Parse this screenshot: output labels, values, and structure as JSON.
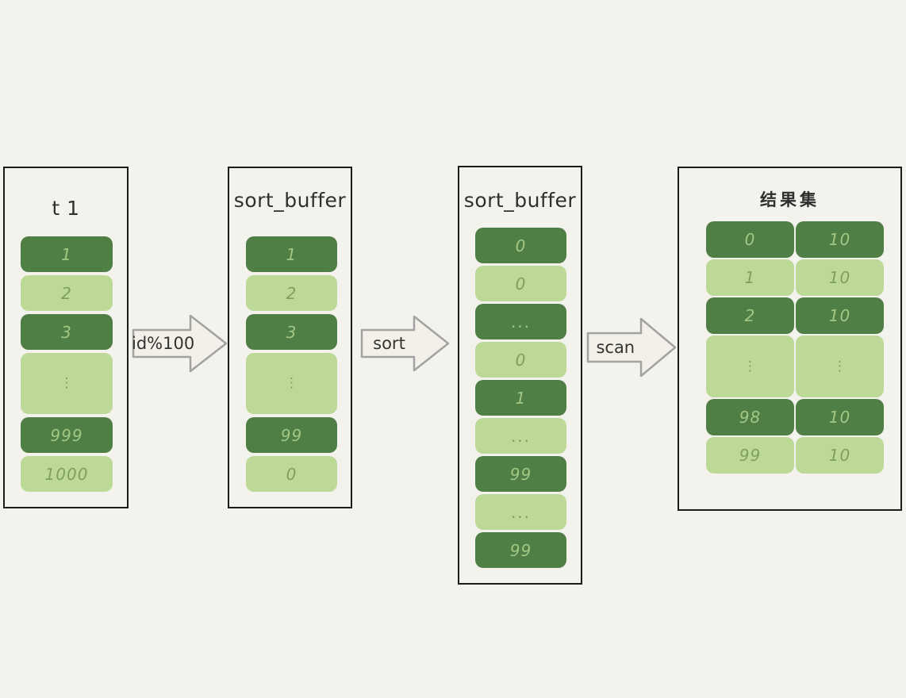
{
  "colors": {
    "background": "#f4f2ec",
    "cell_dark_green": "#507f46",
    "cell_light_green": "#bdd998",
    "text_on_dark": "#a2c783",
    "text_on_light": "#7fa05f",
    "box_border": "#1b1b1b",
    "arrow_stroke": "#a2a2a2",
    "title_text": "#2f2f2f"
  },
  "diagram": {
    "boxes": [
      {
        "title": "t 1",
        "cells": [
          {
            "text": "1"
          },
          {
            "text": "2"
          },
          {
            "text": "3"
          },
          {
            "text": "⋮"
          },
          {
            "text": "999"
          },
          {
            "text": "1000"
          }
        ]
      },
      {
        "title": "sort_buffer",
        "cells": [
          {
            "text": "1"
          },
          {
            "text": "2"
          },
          {
            "text": "3"
          },
          {
            "text": "⋮"
          },
          {
            "text": "99"
          },
          {
            "text": "0"
          }
        ]
      },
      {
        "title": "sort_buffer",
        "cells": [
          {
            "text": "0"
          },
          {
            "text": "0"
          },
          {
            "text": "..."
          },
          {
            "text": "0"
          },
          {
            "text": "1"
          },
          {
            "text": "..."
          },
          {
            "text": "99"
          },
          {
            "text": "..."
          },
          {
            "text": "99"
          }
        ]
      },
      {
        "title": "结果集",
        "rows": [
          {
            "left": "0",
            "right": "10"
          },
          {
            "left": "1",
            "right": "10"
          },
          {
            "left": "2",
            "right": "10"
          },
          {
            "left": "⋮",
            "right": "⋮"
          },
          {
            "left": "98",
            "right": "10"
          },
          {
            "left": "99",
            "right": "10"
          }
        ]
      }
    ],
    "arrows": [
      {
        "label": "id%100"
      },
      {
        "label": "sort"
      },
      {
        "label": "scan"
      }
    ]
  }
}
